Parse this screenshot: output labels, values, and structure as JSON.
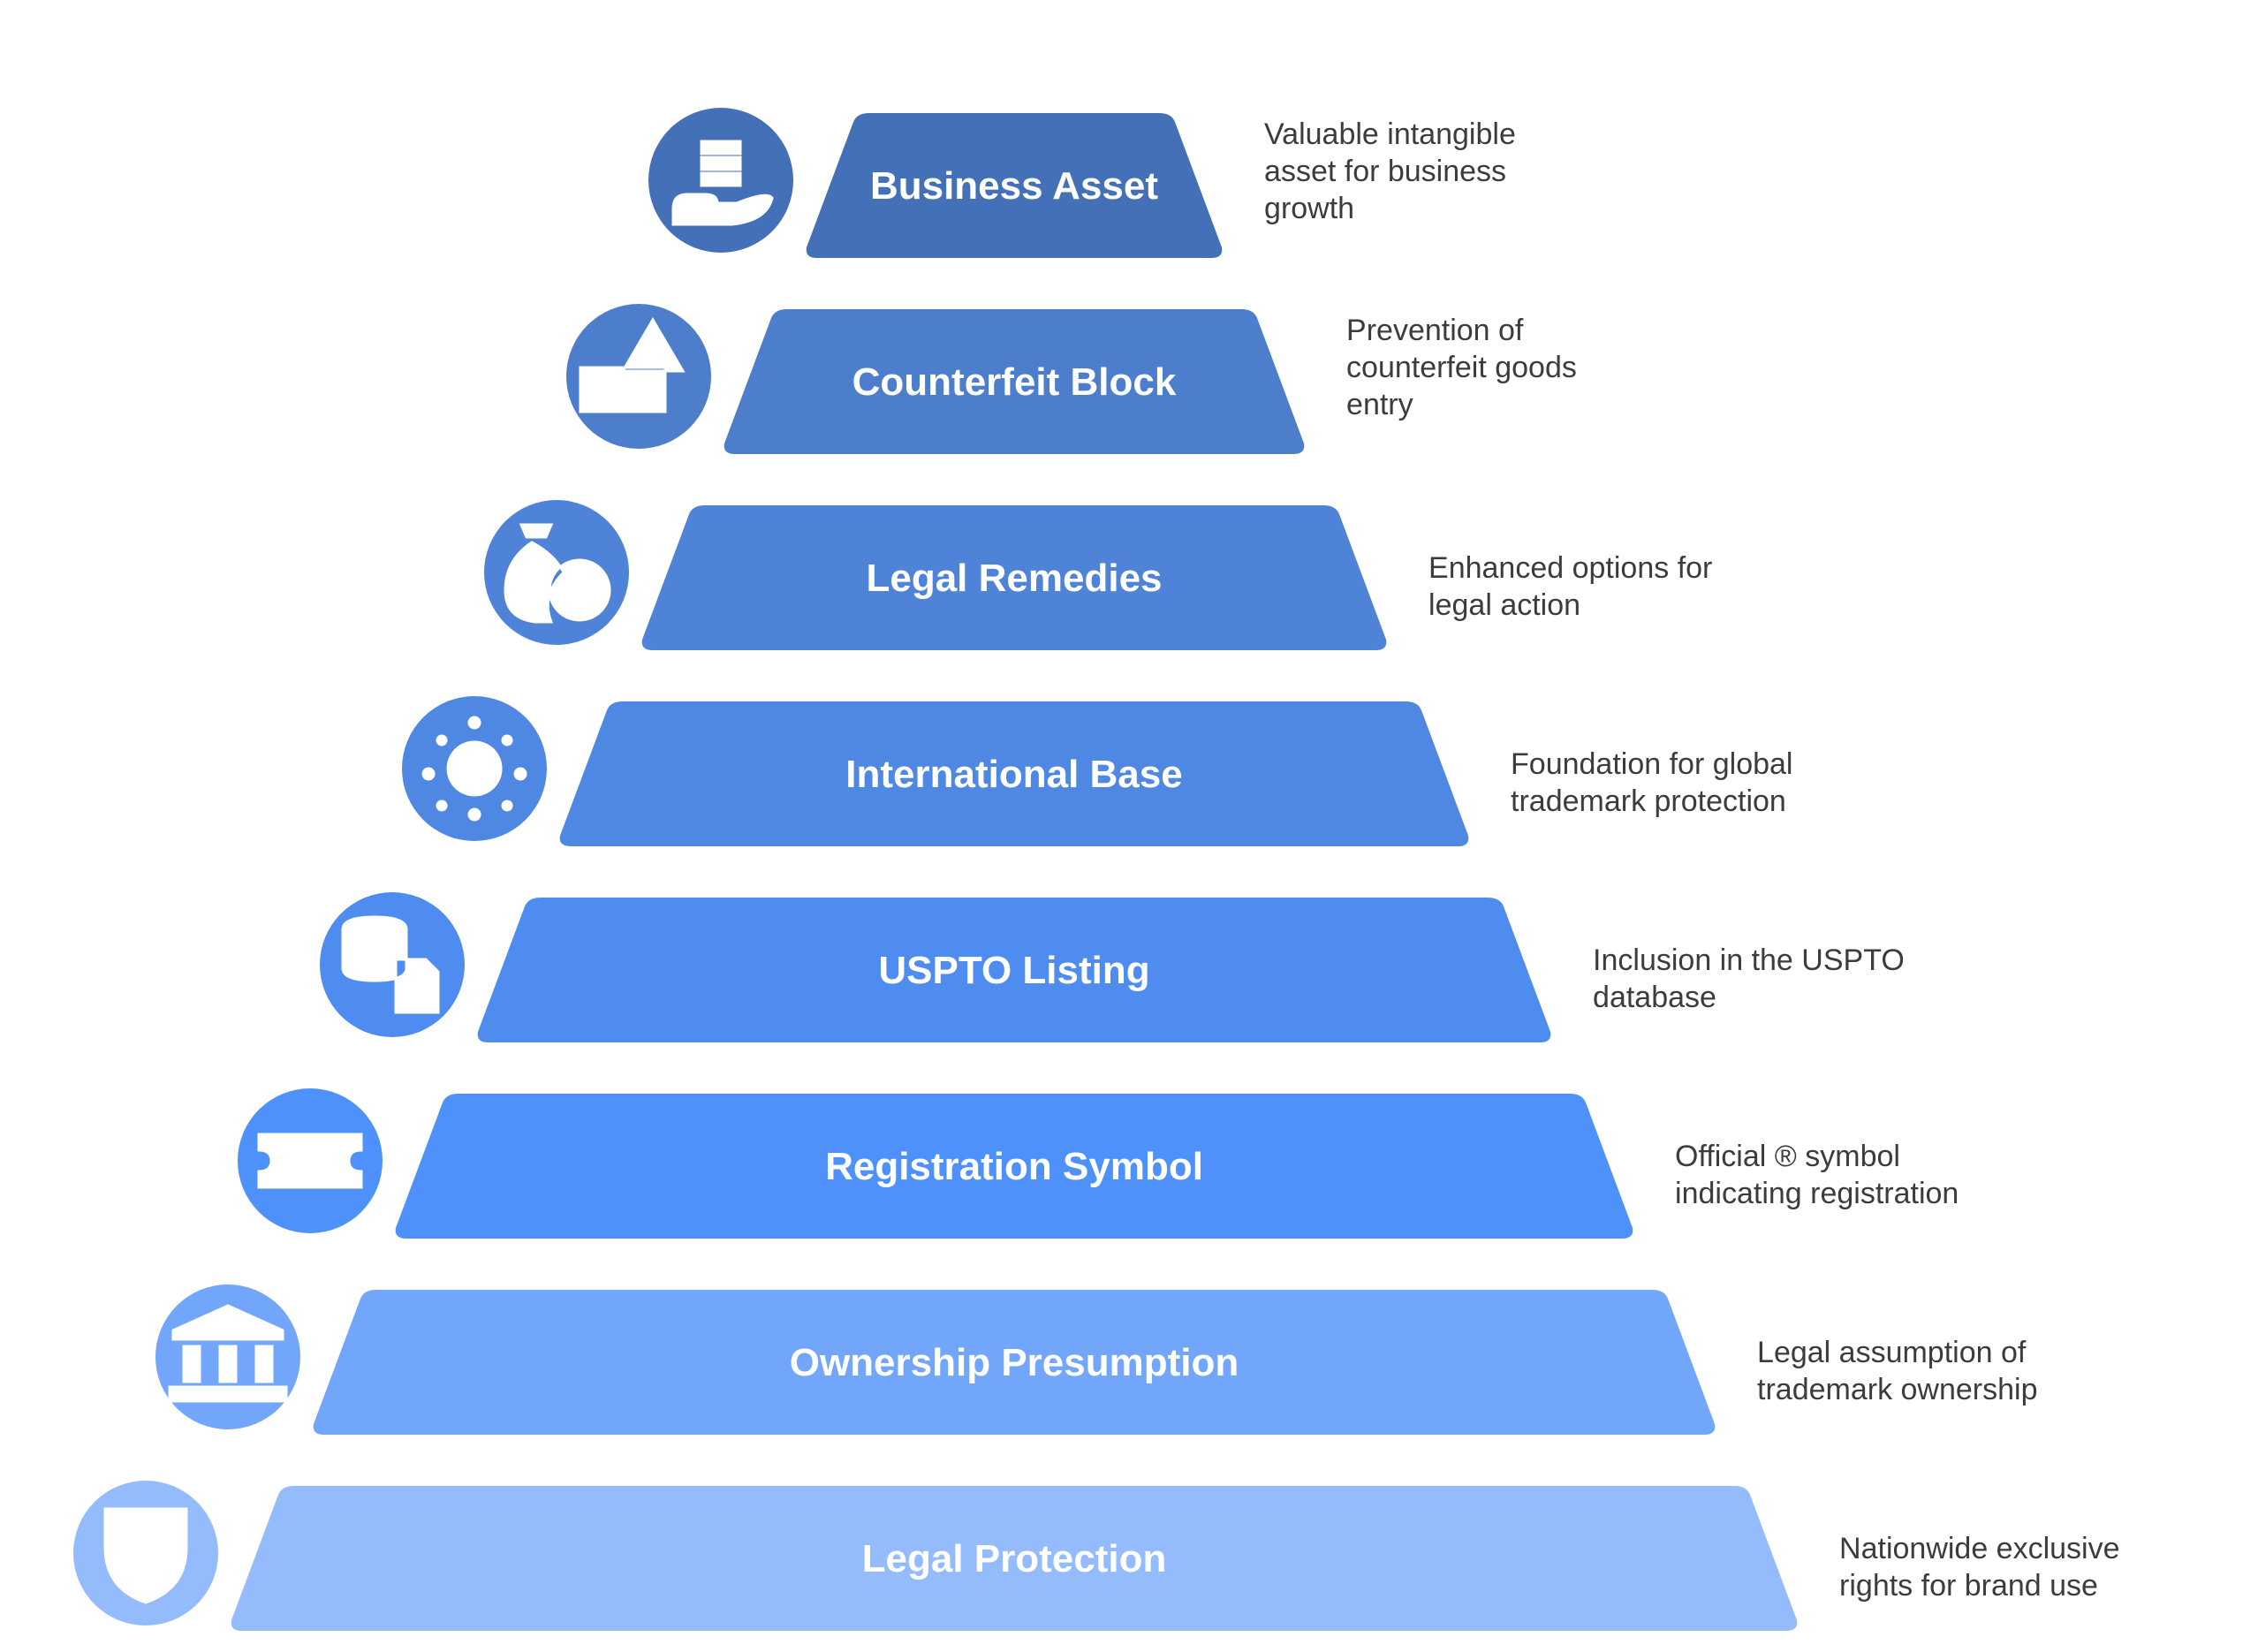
{
  "tiers": [
    {
      "label": "Business Asset",
      "color": "#4470b7",
      "icon": "hand-coins-icon",
      "desc": [
        "Valuable intangible",
        "asset for business",
        "growth"
      ]
    },
    {
      "label": "Counterfeit Block",
      "color": "#4d7ecb",
      "icon": "container-warning-icon",
      "desc": [
        "Prevention of",
        "counterfeit goods",
        "entry"
      ]
    },
    {
      "label": "Legal Remedies",
      "color": "#4f83d8",
      "icon": "money-bag-icon",
      "desc": [
        "Enhanced options for",
        "legal action"
      ]
    },
    {
      "label": "International Base",
      "color": "#4f88e3",
      "icon": "globe-icon",
      "desc": [
        "Foundation for global",
        "trademark protection"
      ]
    },
    {
      "label": "USPTO Listing",
      "color": "#4f8cef",
      "icon": "database-document-icon",
      "desc": [
        "Inclusion in the USPTO",
        "database"
      ]
    },
    {
      "label": "Registration Symbol",
      "color": "#4f91fb",
      "icon": "registered-ticket-icon",
      "desc": [
        "Official ® symbol",
        "indicating registration"
      ]
    },
    {
      "label": "Ownership Presumption",
      "color": "#72a6fb",
      "icon": "courthouse-icon",
      "desc": [
        "Legal assumption of",
        "trademark ownership"
      ]
    },
    {
      "label": "Legal Protection",
      "color": "#94bbfb",
      "icon": "shield-user-icon",
      "desc": [
        "Nationwide exclusive",
        "rights for brand use"
      ]
    }
  ]
}
